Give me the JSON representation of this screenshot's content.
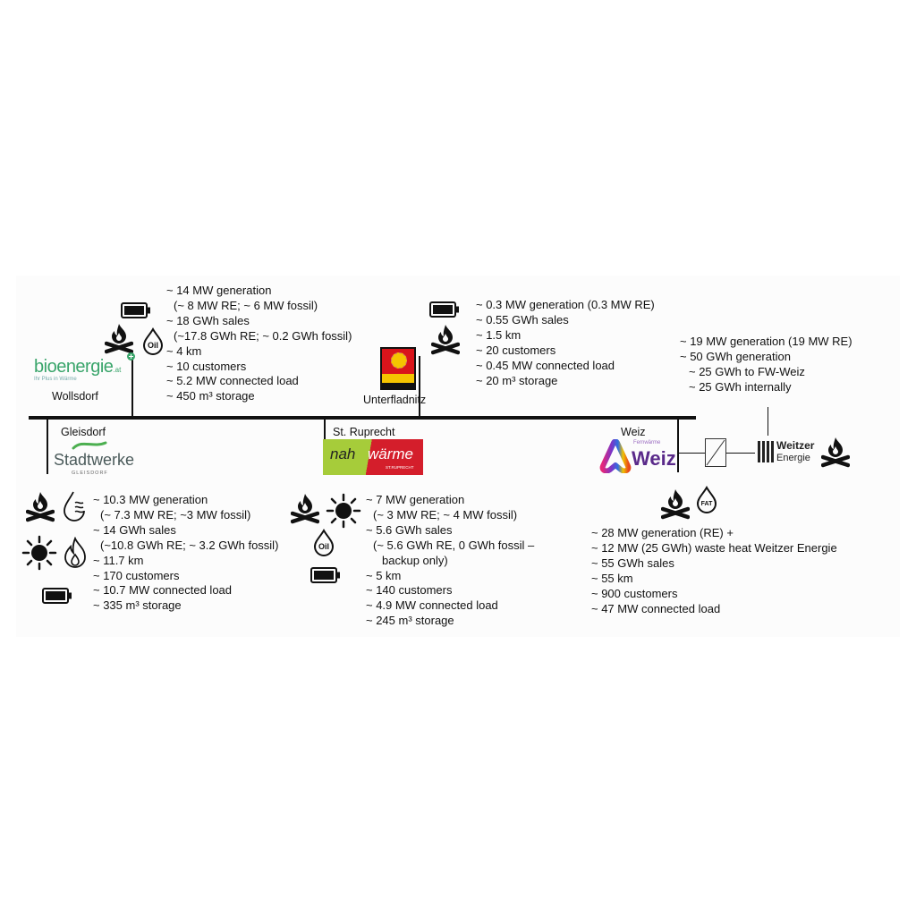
{
  "sites": {
    "wollsdorf": {
      "name": "Wollsdorf",
      "logo_text": "bioenergie",
      "logo_suffix": ".at",
      "logo_tagline": "Ihr Plus in Wärme",
      "stats": [
        "~ 14 MW generation",
        "(~ 8 MW RE; ~ 6 MW fossil)",
        "~ 18 GWh sales",
        "(~17.8 GWh RE; ~ 0.2 GWh fossil)",
        "~ 4 km",
        "~ 10 customers",
        "~ 5.2 MW connected load",
        "~ 450 m³ storage"
      ]
    },
    "unterfladnitz": {
      "name": "Unterfladnitz",
      "stats": [
        "~ 0.3 MW generation (0.3 MW RE)",
        "~ 0.55 GWh sales",
        "~ 1.5 km",
        "~ 20 customers",
        "~ 0.45 MW connected load",
        "~ 20 m³ storage"
      ]
    },
    "weitzer_energie": {
      "logo_line1": "Weitzer",
      "logo_line2": "Energie",
      "stats": [
        "~ 19 MW generation (19 MW RE)",
        "~ 50 GWh generation",
        "~ 25 GWh to FW-Weiz",
        "~ 25 GWh internally"
      ]
    },
    "gleisdorf": {
      "name": "Gleisdorf",
      "logo_text": "Stadtwerke",
      "logo_sub": "GLEISDORF",
      "stats": [
        "~ 10.3 MW generation",
        "(~ 7.3 MW RE; ~3 MW fossil)",
        "~ 14 GWh sales",
        "(~10.8 GWh RE; ~ 3.2 GWh fossil)",
        "~ 11.7 km",
        "~ 170 customers",
        "~ 10.7 MW connected load",
        "~ 335 m³ storage"
      ]
    },
    "st_ruprecht": {
      "name": "St. Ruprecht",
      "logo_left": "nah",
      "logo_right": "wärme",
      "logo_sub": "ST.RUPRECHT",
      "stats": [
        "~ 7 MW generation",
        "(~ 3 MW RE; ~ 4 MW fossil)",
        "~ 5.6 GWh sales",
        "(~ 5.6 GWh RE, 0 GWh fossil –",
        "backup only)",
        "~ 5 km",
        "~ 140 customers",
        "~ 4.9 MW connected load",
        "~ 245 m³ storage"
      ]
    },
    "weiz": {
      "name": "Weiz",
      "logo_small": "Fernwärme",
      "logo_text": "Weiz",
      "stats": [
        "~ 28 MW generation (RE) +",
        "~ 12 MW (25 GWh) waste heat Weitzer Energie",
        "~ 55 GWh sales",
        "~ 55 km",
        "~ 900 customers",
        "~ 47 MW connected load"
      ]
    }
  },
  "icons": {
    "oil_label": "Oil",
    "fat_label": "FAT"
  },
  "colors": {
    "bioenergie_green": "#3aa56b",
    "stadtwerke_green": "#4caf50",
    "nah_green": "#a6cc3a",
    "waerme_red": "#d41e2b",
    "coat_red": "#d9141b",
    "coat_yellow": "#f5c400"
  }
}
